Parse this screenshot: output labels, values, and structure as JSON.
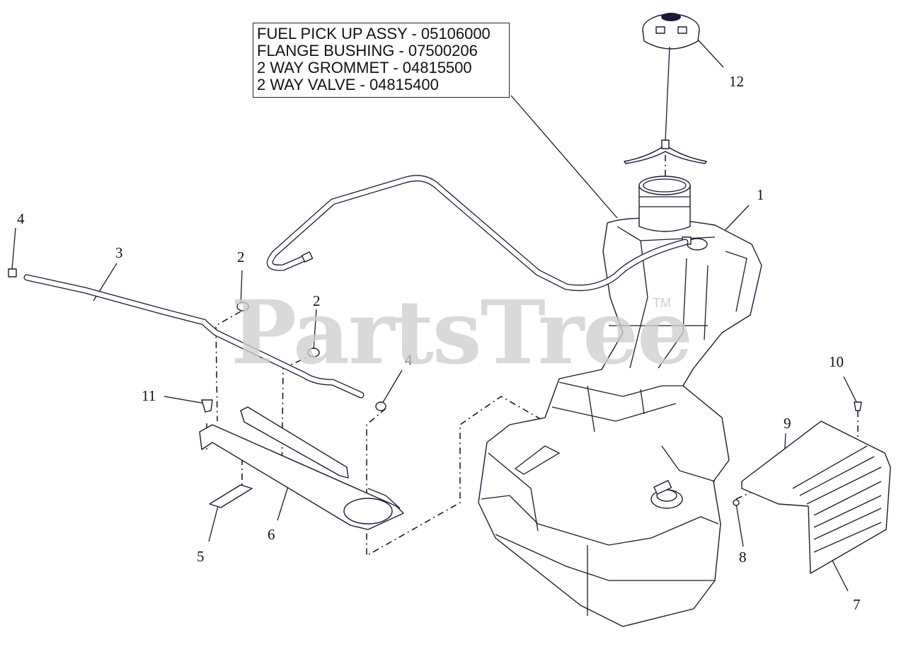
{
  "callout": {
    "lines": [
      "FUEL PICK UP ASSY - 05106000",
      "FLANGE BUSHING - 07500206",
      "2 WAY GROMMET - 04815500",
      "2 WAY VALVE - 04815400"
    ]
  },
  "watermark": {
    "text": "PartsTree",
    "tm": "TM"
  },
  "labels": {
    "p1": "1",
    "p2a": "2",
    "p2b": "2",
    "p3": "3",
    "p4a": "4",
    "p4b": "4",
    "p5": "5",
    "p6": "6",
    "p7": "7",
    "p8": "8",
    "p9": "9",
    "p10": "10",
    "p11": "11",
    "p12": "12"
  },
  "colors": {
    "line": "#1a1a3a",
    "watermark": "#cfcfcf",
    "background": "#ffffff"
  }
}
